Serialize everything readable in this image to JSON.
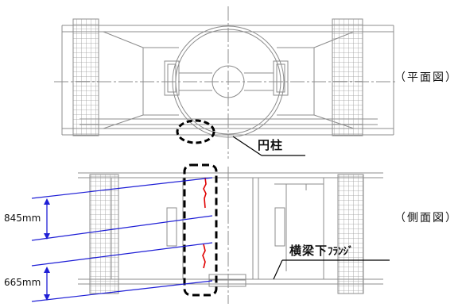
{
  "labels": {
    "plan_view": "（平面図）",
    "side_view": "（側面図）",
    "column": "円柱",
    "flange_main": "横梁下",
    "flange_kana": "ﾌﾗﾝｼﾞ",
    "dim_upper": "845mm",
    "dim_lower": "665mm"
  },
  "colors": {
    "structure": "#8c8c8c",
    "hatch": "#9a9a9a",
    "callout": "#000000",
    "dimension": "#1f1fd6",
    "crack": "#e00000"
  }
}
